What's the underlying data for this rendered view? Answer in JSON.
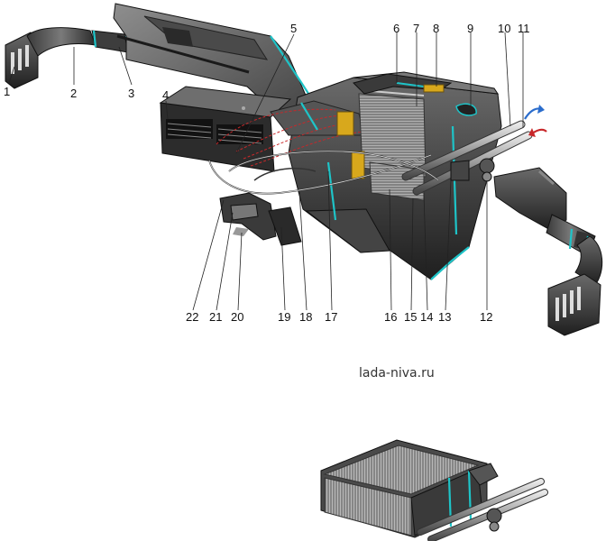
{
  "watermark": "lada-niva.ru",
  "callouts": [
    "1",
    "2",
    "3",
    "4",
    "5",
    "6",
    "7",
    "8",
    "9",
    "10",
    "11",
    "12",
    "13",
    "14",
    "15",
    "16",
    "17",
    "18",
    "19",
    "20",
    "21",
    "22"
  ],
  "colors": {
    "housing": "#2e2e2e",
    "housing_light": "#5a5a5a",
    "fins": "#8a8a8a",
    "seal": "#1ec4c8",
    "tape": "#d8a81c",
    "flow_hot": "#c8282a",
    "flow_cold": "#2a6ccc"
  }
}
